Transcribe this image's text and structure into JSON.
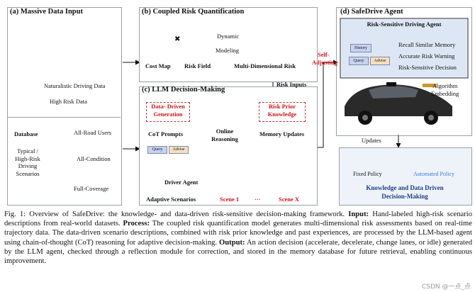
{
  "panel_a": {
    "title": "(a) Massive Data Input",
    "naturalistic": "Naturalistic Driving Data",
    "high_risk": "High Risk Data",
    "database": "Database",
    "cylinder_text": [
      "Typical /",
      "High-Risk",
      "Driving",
      "Scenarios"
    ],
    "all_road": "All-Road Users",
    "all_condition": "All-Condition",
    "full_coverage": "Full-Coverage"
  },
  "panel_b": {
    "title": "(b) Coupled Risk Quantification",
    "cost_map": "Cost Map",
    "risk_field": "Risk Field",
    "multiply": "✖",
    "dynamic": "Dynamic",
    "modeling": "Modeling",
    "multi_risk": "Multi-Dimensional Risk"
  },
  "panel_c": {
    "title": "(c) LLM Decision-Making",
    "data_driven": [
      "Data- Driven",
      "Generation"
    ],
    "risk_prior": [
      "Risk Prior",
      "Knowledge"
    ],
    "cot": "CoT Prompts",
    "online": [
      "Online",
      "Reasoning"
    ],
    "memory": "Memory Updates",
    "query": "Query",
    "advise": "Advise",
    "driver_agent": "Driver Agent",
    "adaptive": "Adaptive Scenarios",
    "scene1": "Scene 1",
    "dots": "···",
    "scenex": "Scene X",
    "risk_inputs": "Risk Inputs",
    "self": "Self-",
    "adjusting": "Adjusting",
    "i_mark": "i"
  },
  "panel_d": {
    "title": "(d) SafeDrive Agent",
    "box_title": "Risk-Sensitive Driving Agent",
    "history": "History",
    "query": "Query",
    "advise": "Advise",
    "items": [
      "Recall Similar Memory",
      "Accurate Risk Warning",
      "Risk-Sensitive Decision"
    ],
    "algorithm": "Algorithm",
    "embedding": "Embedding",
    "updates": "Updates",
    "fixed": "Fixed Policy",
    "automated": "Automated Policy",
    "knowledge": "Knowledge and Data Driven",
    "decision": "Decision-Making"
  },
  "caption": {
    "p1": "Fig. 1: Overview of SafeDrive: the knowledge- and data-driven risk-sensitive decision-making framework.",
    "input_h": "Input:",
    "p2": "Hand-labeled high-risk scenario descriptions from real-world datasets.",
    "process_h": "Process:",
    "p3": "The coupled risk quantification model generates multi-dimensional risk assessments based on real-time trajectory data. The data-driven scenario descriptions, combined with risk prior knowledge and past experiences, are processed by the LLM-based agent using chain-of-thought (CoT) reasoning for adaptive decision-making.",
    "output_h": "Output:",
    "p4": "An action decision (accelerate, decelerate, change lanes, or idle) generated by the LLM agent, checked through a reflection module for correction, and stored in the memory database for future retrieval, enabling continuous improvement."
  },
  "watermark": "CSDN @一点_点",
  "colors": {
    "red": "#d0121b",
    "blue": "#3a7bd5",
    "panel_bg": "#eef3fa"
  }
}
